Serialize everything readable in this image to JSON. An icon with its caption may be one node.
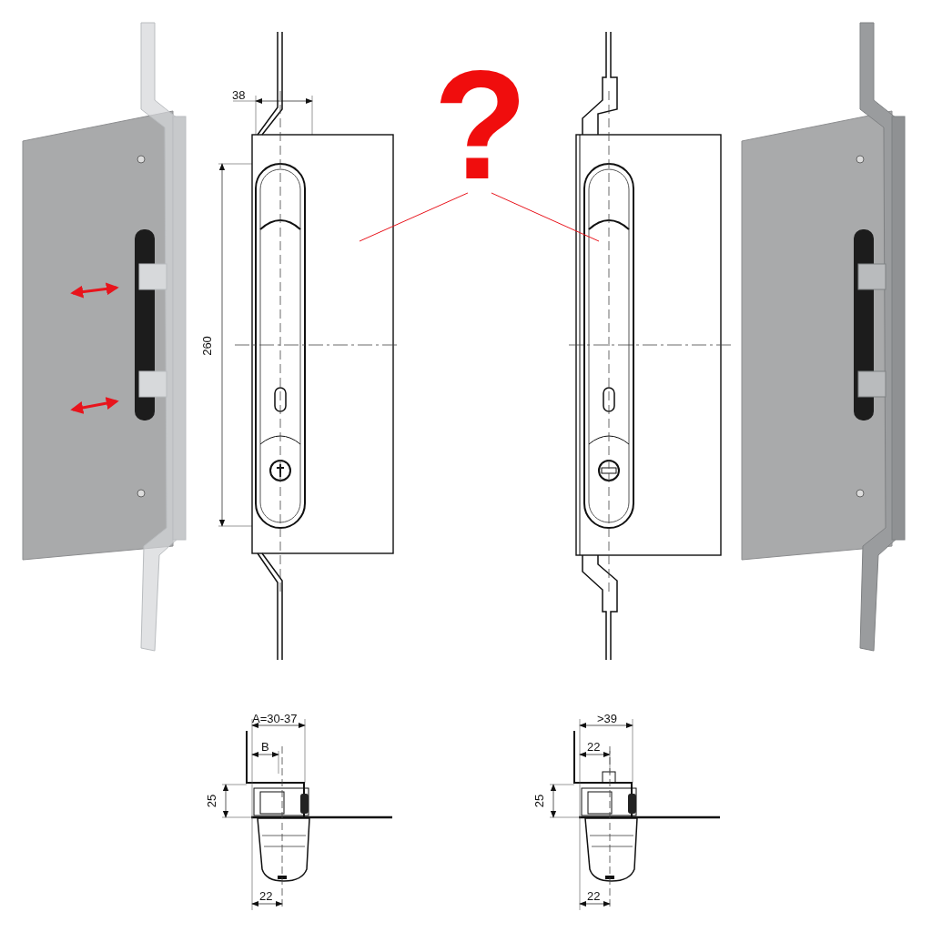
{
  "diagram": {
    "nodes": [
      {
        "text": [
          "?"
        ]
      },
      {
        "text": [],
        "shape": "picture"
      },
      {
        "text": [],
        "shape": "picture"
      }
    ],
    "edges": [
      {
        "from": 0,
        "to": 1,
        "arrow": "none",
        "color": "#e8141c"
      },
      {
        "from": 0,
        "to": 2,
        "arrow": "none",
        "color": "#e8141c"
      }
    ],
    "labels": [
      "38",
      "260",
      "A=30-37",
      "B",
      "25",
      "22",
      ">39",
      "22",
      "25",
      "22"
    ]
  }
}
